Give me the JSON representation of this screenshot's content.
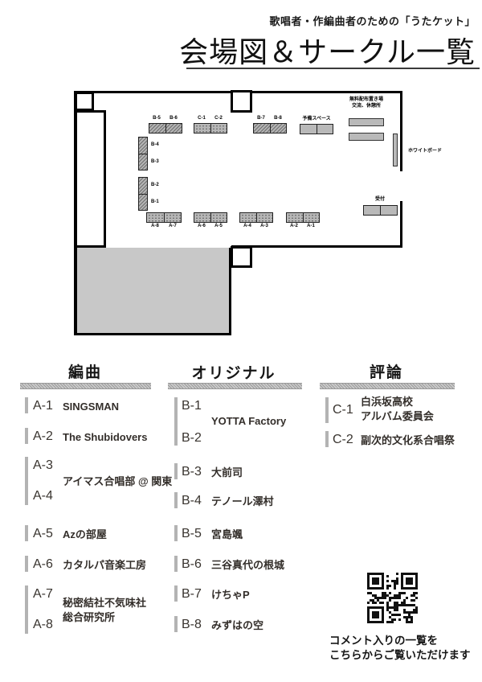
{
  "header": {
    "subtitle": "歌唱者・作編曲者のための「うたケット」",
    "title": "会場図＆サークル一覧"
  },
  "map": {
    "top_booth_labels": [
      "B-5",
      "B-6",
      "C-1",
      "C-2",
      "B-7",
      "B-8"
    ],
    "left_booth_labels": [
      "B-4",
      "B-3",
      "B-2",
      "B-1"
    ],
    "bottom_booth_labels": [
      "A-8",
      "A-7",
      "A-6",
      "A-5",
      "A-4",
      "A-3",
      "A-2",
      "A-1"
    ],
    "reserve_space_label": "予備スペース",
    "free_area_label_line1": "無料配布置き場",
    "free_area_label_line2": "交流、休憩所",
    "whiteboard_label": "ホワイトボード",
    "reception_label": "受付"
  },
  "lists": [
    {
      "title": "編曲",
      "items": [
        {
          "code": "A-1",
          "name": "SINGSMAN"
        },
        {
          "code": "A-2",
          "name": "The Shubidovers"
        },
        {
          "code_top": "A-3",
          "code_bottom": "A-4",
          "name": "アイマス合唱部 @ 関東"
        },
        {
          "code": "A-5",
          "name": "Azの部屋"
        },
        {
          "code": "A-6",
          "name": "カタルパ音楽工房"
        },
        {
          "code_top": "A-7",
          "code_bottom": "A-8",
          "name_line1": "秘密結社不気味社",
          "name_line2": "総合研究所"
        }
      ]
    },
    {
      "title": "オリジナル",
      "items": [
        {
          "code_top": "B-1",
          "code_bottom": "B-2",
          "name": "YOTTA Factory"
        },
        {
          "code": "B-3",
          "name": "大前司"
        },
        {
          "code": "B-4",
          "name": "テノール澤村"
        },
        {
          "code": "B-5",
          "name": "宮島颯"
        },
        {
          "code": "B-6",
          "name": "三谷真代の根城"
        },
        {
          "code": "B-7",
          "name": "けちゃP"
        },
        {
          "code": "B-8",
          "name": "みずはの空"
        }
      ]
    },
    {
      "title": "評論",
      "items": [
        {
          "code": "C-1",
          "name_line1": "白浜坂高校",
          "name_line2": "アルバム委員会"
        },
        {
          "code": "C-2",
          "name": "副次的文化系合唱祭"
        }
      ]
    }
  ],
  "qr_caption": {
    "line1": "コメント入りの一覧を",
    "line2": "こちらからご覧いただけます"
  },
  "colors": {
    "wall": "#000000",
    "table_gray": "#b9b9b9",
    "room_gray": "#c8c8c8",
    "accent_bar_gray": "#b3b3b3",
    "text": "#2f2b28"
  }
}
